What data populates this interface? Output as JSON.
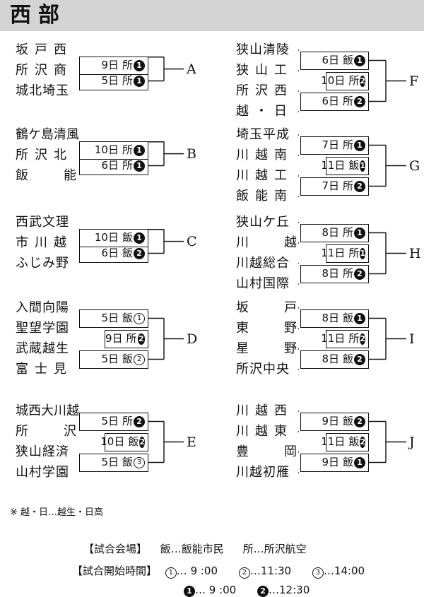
{
  "header": {
    "title": "西部"
  },
  "glyphs": {
    "1": "1",
    "2": "2",
    "c1": "1",
    "c2": "2",
    "c3": "3"
  },
  "blocks": [
    {
      "label": "A",
      "teams": [
        "坂戸西",
        "所沢商",
        "城北埼玉"
      ],
      "games": [
        {
          "date": "9日",
          "venue": "所",
          "time": "1",
          "style": "solid"
        },
        {
          "date": "5日",
          "venue": "所",
          "time": "1",
          "style": "solid"
        }
      ]
    },
    {
      "label": "B",
      "teams": [
        "鶴ケ島清風",
        "所沢北",
        "飯能"
      ],
      "games": [
        {
          "date": "10日",
          "venue": "所",
          "time": "1",
          "style": "solid"
        },
        {
          "date": "6日",
          "venue": "所",
          "time": "1",
          "style": "solid"
        }
      ]
    },
    {
      "label": "C",
      "teams": [
        "西武文理",
        "市川越",
        "ふじみ野"
      ],
      "games": [
        {
          "date": "10日",
          "venue": "飯",
          "time": "1",
          "style": "solid"
        },
        {
          "date": "6日",
          "venue": "飯",
          "time": "2",
          "style": "solid"
        }
      ]
    },
    {
      "label": "D",
      "teams": [
        "入間向陽",
        "聖望学園",
        "武蔵越生",
        "富士見"
      ],
      "games": [
        {
          "date": "5日",
          "venue": "飯",
          "time": "1",
          "style": "open"
        },
        {
          "date": "9日",
          "venue": "所",
          "time": "2",
          "style": "solid"
        },
        {
          "date": "5日",
          "venue": "飯",
          "time": "2",
          "style": "open"
        }
      ]
    },
    {
      "label": "E",
      "teams": [
        "城西大川越",
        "所沢",
        "狭山経済",
        "山村学園"
      ],
      "games": [
        {
          "date": "5日",
          "venue": "所",
          "time": "2",
          "style": "solid"
        },
        {
          "date": "10日",
          "venue": "飯",
          "time": "2",
          "style": "solid"
        },
        {
          "date": "5日",
          "venue": "飯",
          "time": "3",
          "style": "open"
        }
      ]
    },
    {
      "label": "F",
      "teams": [
        "狭山清陵",
        "狭山工",
        "所沢西",
        "越・日"
      ],
      "games": [
        {
          "date": "6日",
          "venue": "飯",
          "time": "1",
          "style": "solid"
        },
        {
          "date": "10日",
          "venue": "所",
          "time": "2",
          "style": "solid"
        },
        {
          "date": "6日",
          "venue": "所",
          "time": "2",
          "style": "solid"
        }
      ]
    },
    {
      "label": "G",
      "teams": [
        "埼玉平成",
        "川越南",
        "川越工",
        "飯能南"
      ],
      "games": [
        {
          "date": "7日",
          "venue": "所",
          "time": "1",
          "style": "solid"
        },
        {
          "date": "11日",
          "venue": "飯",
          "time": "1",
          "style": "solid"
        },
        {
          "date": "7日",
          "venue": "所",
          "time": "2",
          "style": "solid"
        }
      ]
    },
    {
      "label": "H",
      "teams": [
        "狭山ケ丘",
        "川越",
        "川越総合",
        "山村国際"
      ],
      "games": [
        {
          "date": "8日",
          "venue": "所",
          "time": "1",
          "style": "solid"
        },
        {
          "date": "11日",
          "venue": "所",
          "time": "1",
          "style": "solid"
        },
        {
          "date": "8日",
          "venue": "所",
          "time": "2",
          "style": "solid"
        }
      ]
    },
    {
      "label": "I",
      "teams": [
        "坂戸",
        "東野",
        "星野",
        "所沢中央"
      ],
      "games": [
        {
          "date": "8日",
          "venue": "飯",
          "time": "1",
          "style": "solid"
        },
        {
          "date": "11日",
          "venue": "所",
          "time": "2",
          "style": "solid"
        },
        {
          "date": "8日",
          "venue": "飯",
          "time": "2",
          "style": "solid"
        }
      ]
    },
    {
      "label": "J",
      "teams": [
        "川越西",
        "川越東",
        "豊岡",
        "川越初雁"
      ],
      "games": [
        {
          "date": "9日",
          "venue": "飯",
          "time": "2",
          "style": "solid"
        },
        {
          "date": "11日",
          "venue": "飯",
          "time": "2",
          "style": "solid"
        },
        {
          "date": "9日",
          "venue": "飯",
          "time": "1",
          "style": "solid"
        }
      ]
    }
  ],
  "note": "※ 越・日…越生・日高",
  "legend": {
    "venue_label": "【試合会場】",
    "venue_han": "飯…飯能市民",
    "venue_tokoro": "所…所沢航空",
    "time_label": "【試合開始時間】",
    "t1_text": "… 9 :00",
    "t2_text": "…11:30",
    "t3_text": "…14:00",
    "b1_text": "… 9 :00",
    "b2_text": "…12:30"
  }
}
